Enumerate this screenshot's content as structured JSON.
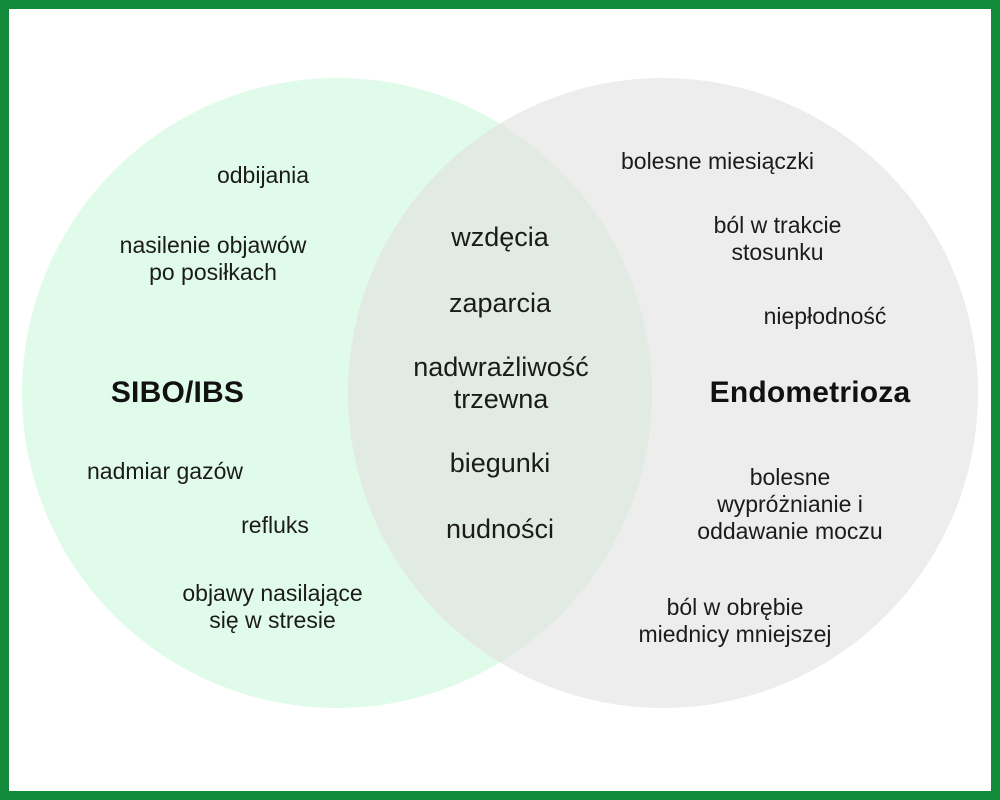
{
  "diagram": {
    "type": "venn",
    "title_left": "SIBO/IBS",
    "title_right": "Endometrioza",
    "colors": {
      "frame": "#128a3a",
      "left_circle": "#e0fbe9",
      "right_circle": "#ededed",
      "overlap": "#e2eae4",
      "text": "#1b1b1b",
      "background": "#ffffff"
    },
    "left_only": [
      "odbijania",
      "nasilenie objawów\npo posiłkach",
      "nadmiar gazów",
      "refluks",
      "objawy nasilające\nsię w stresie"
    ],
    "overlap": [
      "wzdęcia",
      "zaparcia",
      "nadwrażliwość\ntrzewna",
      "biegunki",
      "nudności"
    ],
    "right_only": [
      "bolesne miesiączki",
      "ból w trakcie\nstosunku",
      "niepłodność",
      "bolesne\nwypróżnianie i\noddawanie moczu",
      "ból w obrębie\nmiednicy mniejszej"
    ]
  }
}
